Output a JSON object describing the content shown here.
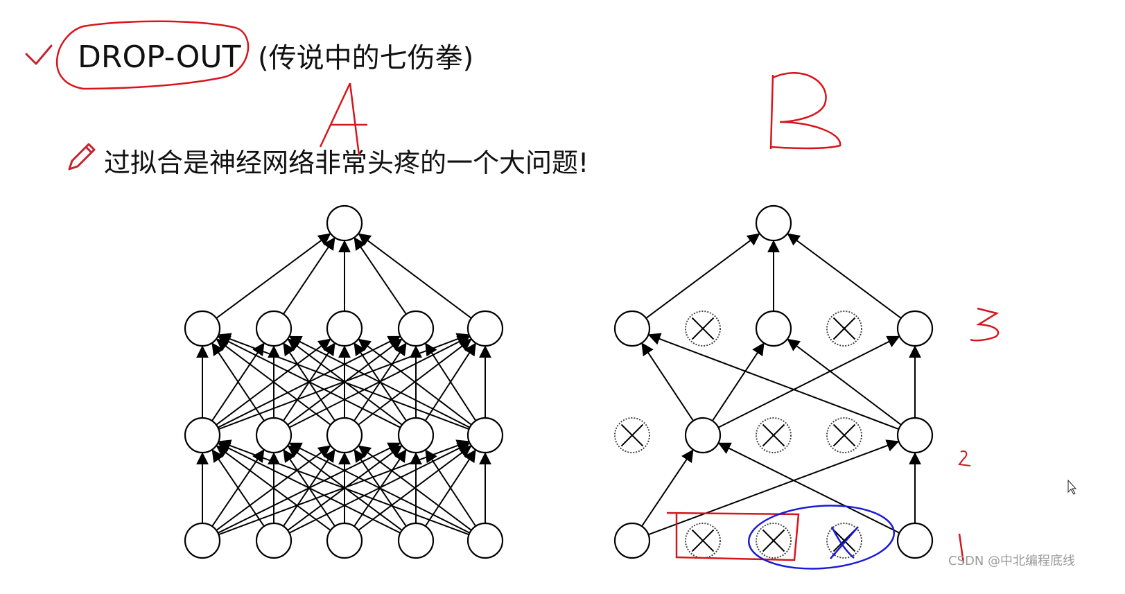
{
  "header": {
    "check_icon": "checkmark-icon",
    "title": "DROP-OUT",
    "title_note": "(传说中的七伤拳)"
  },
  "subtitle": {
    "pencil_icon": "pencil-icon",
    "text": "过拟合是神经网络非常头疼的一个大问题!"
  },
  "annotations": {
    "label_a": "A",
    "label_b": "B",
    "layer_3": "3",
    "layer_2": "2",
    "layer_1": "1",
    "ink_color": "#d8141c",
    "blue_ink_color": "#1a1ad6"
  },
  "watermark": "CSDN @中北编程底线",
  "networks": {
    "full": {
      "layers": 4,
      "nodes_per_layer": [
        5,
        5,
        5,
        1
      ],
      "all_active": true
    },
    "dropout": {
      "nodes_per_layer": [
        5,
        5,
        5,
        1
      ],
      "dropped": {
        "layer1": [
          1,
          2,
          3
        ],
        "layer2": [
          0,
          2,
          3
        ],
        "layer3": [
          1,
          3
        ]
      }
    }
  }
}
